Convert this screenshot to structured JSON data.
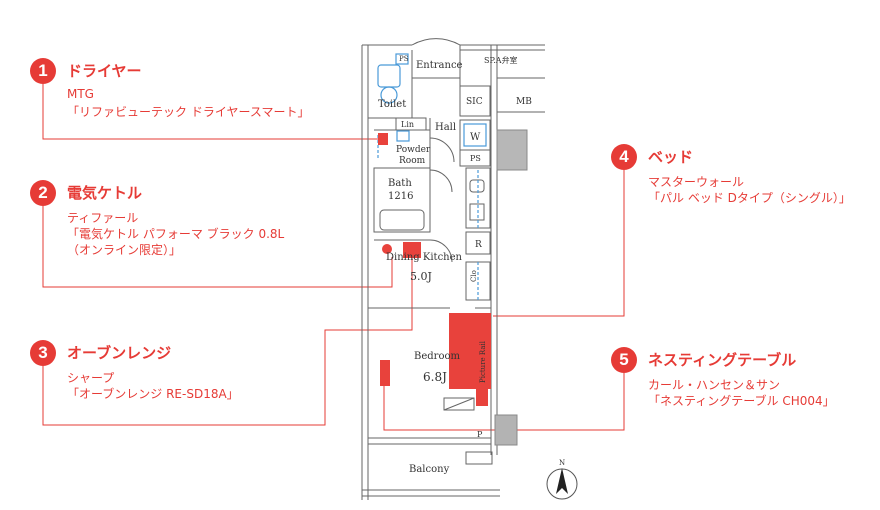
{
  "callouts": [
    {
      "number": "1",
      "title": "ドライヤー",
      "maker": "MTG",
      "product": "「リファビューテック ドライヤースマート」"
    },
    {
      "number": "2",
      "title": "電気ケトル",
      "maker": "ティファール",
      "product": "「電気ケトル パフォーマ ブラック 0.8L",
      "product2": "（オンライン限定）」"
    },
    {
      "number": "3",
      "title": "オーブンレンジ",
      "maker": "シャープ",
      "product": "「オーブンレンジ RE-SD18A」"
    },
    {
      "number": "4",
      "title": "ベッド",
      "maker": "マスターウォール",
      "product": "「パル ベッド Dタイプ（シングル）」"
    },
    {
      "number": "5",
      "title": "ネスティングテーブル",
      "maker": "カール・ハンセン＆サン",
      "product": "「ネスティングテーブル CH004」"
    }
  ],
  "rooms": {
    "entrance": "Entrance",
    "sp_storage": "SP.A弁室",
    "ps_top": "PS",
    "toilet": "Toilet",
    "sic": "SIC",
    "mb": "MB",
    "hall": "Hall",
    "lin": "Lin",
    "powder": "Powder",
    "powder2": "Room",
    "w": "W",
    "ps_mid": "PS",
    "bath": "Bath",
    "bath_size": "1216",
    "r": "R",
    "dining": "Dining Kitchen",
    "dining_size": "5.0J",
    "bedroom": "Bedroom",
    "bedroom_size": "6.8J",
    "picture_rail": "Picture Rail",
    "clo": "Clo",
    "p": "P",
    "balcony": "Balcony",
    "north": "N"
  },
  "colors": {
    "accent": "#e63b36",
    "wall": "#555555",
    "fixture": "#4a9ad8",
    "highlight": "#e8423c"
  }
}
